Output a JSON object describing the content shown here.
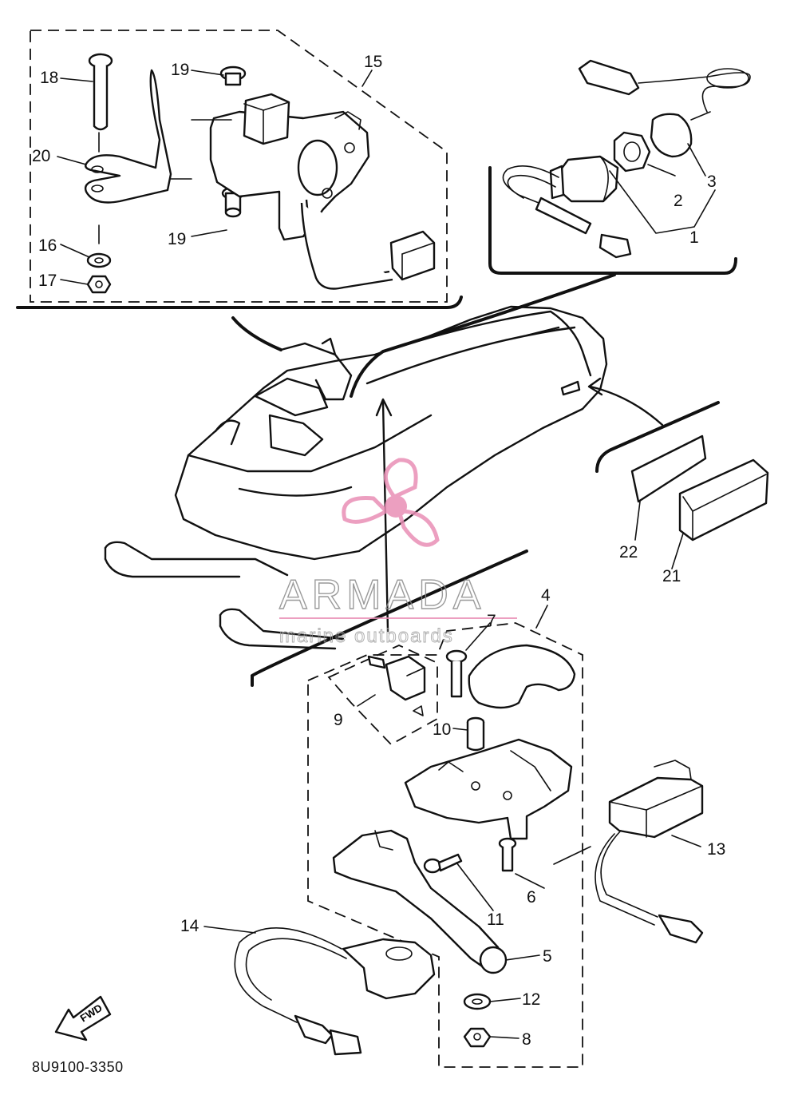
{
  "diagram": {
    "drawing_code": "8U9100-3350",
    "fwd_label": "FWD",
    "watermark": {
      "brand": "ARMADA",
      "tagline": "marine outboards",
      "color": "#e98fb6"
    },
    "callouts": [
      {
        "id": "1",
        "label": "1"
      },
      {
        "id": "2",
        "label": "2"
      },
      {
        "id": "3",
        "label": "3"
      },
      {
        "id": "4",
        "label": "4"
      },
      {
        "id": "5",
        "label": "5"
      },
      {
        "id": "6",
        "label": "6"
      },
      {
        "id": "7",
        "label": "7"
      },
      {
        "id": "8",
        "label": "8"
      },
      {
        "id": "9",
        "label": "9"
      },
      {
        "id": "10",
        "label": "10"
      },
      {
        "id": "11",
        "label": "11"
      },
      {
        "id": "12",
        "label": "12"
      },
      {
        "id": "13",
        "label": "13"
      },
      {
        "id": "14",
        "label": "14"
      },
      {
        "id": "15",
        "label": "15"
      },
      {
        "id": "16",
        "label": "16"
      },
      {
        "id": "17",
        "label": "17"
      },
      {
        "id": "18",
        "label": "18"
      },
      {
        "id": "19a",
        "label": "19"
      },
      {
        "id": "19b",
        "label": "19"
      },
      {
        "id": "20",
        "label": "20"
      },
      {
        "id": "21",
        "label": "21"
      },
      {
        "id": "22",
        "label": "22"
      }
    ]
  }
}
